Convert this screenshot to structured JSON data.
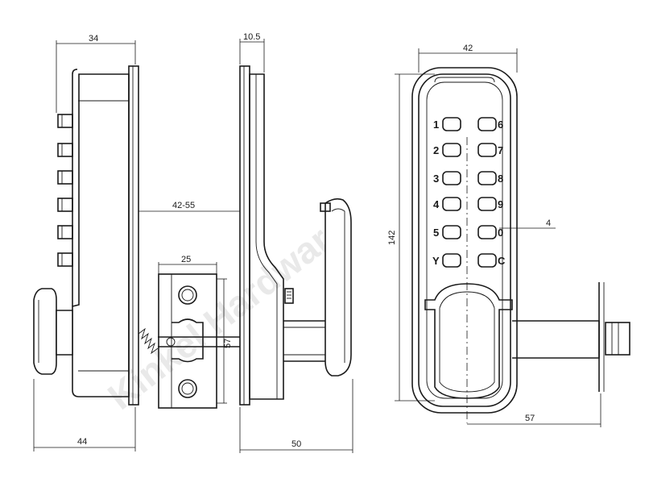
{
  "watermark": "Kinkel Hardware",
  "dimensions": {
    "side_depth": "34",
    "side_bottom": "44",
    "door_thickness": "42-55",
    "faceplate_thickness": "10.5",
    "latch_width": "25",
    "latch_height": "57",
    "handle_projection": "50",
    "front_width": "42",
    "front_height": "142",
    "key_projection": "4",
    "backset": "57"
  },
  "keypad": {
    "left_keys": [
      "1",
      "2",
      "3",
      "4",
      "5",
      "Y"
    ],
    "right_keys": [
      "6",
      "7",
      "8",
      "9",
      "0",
      "C"
    ]
  }
}
